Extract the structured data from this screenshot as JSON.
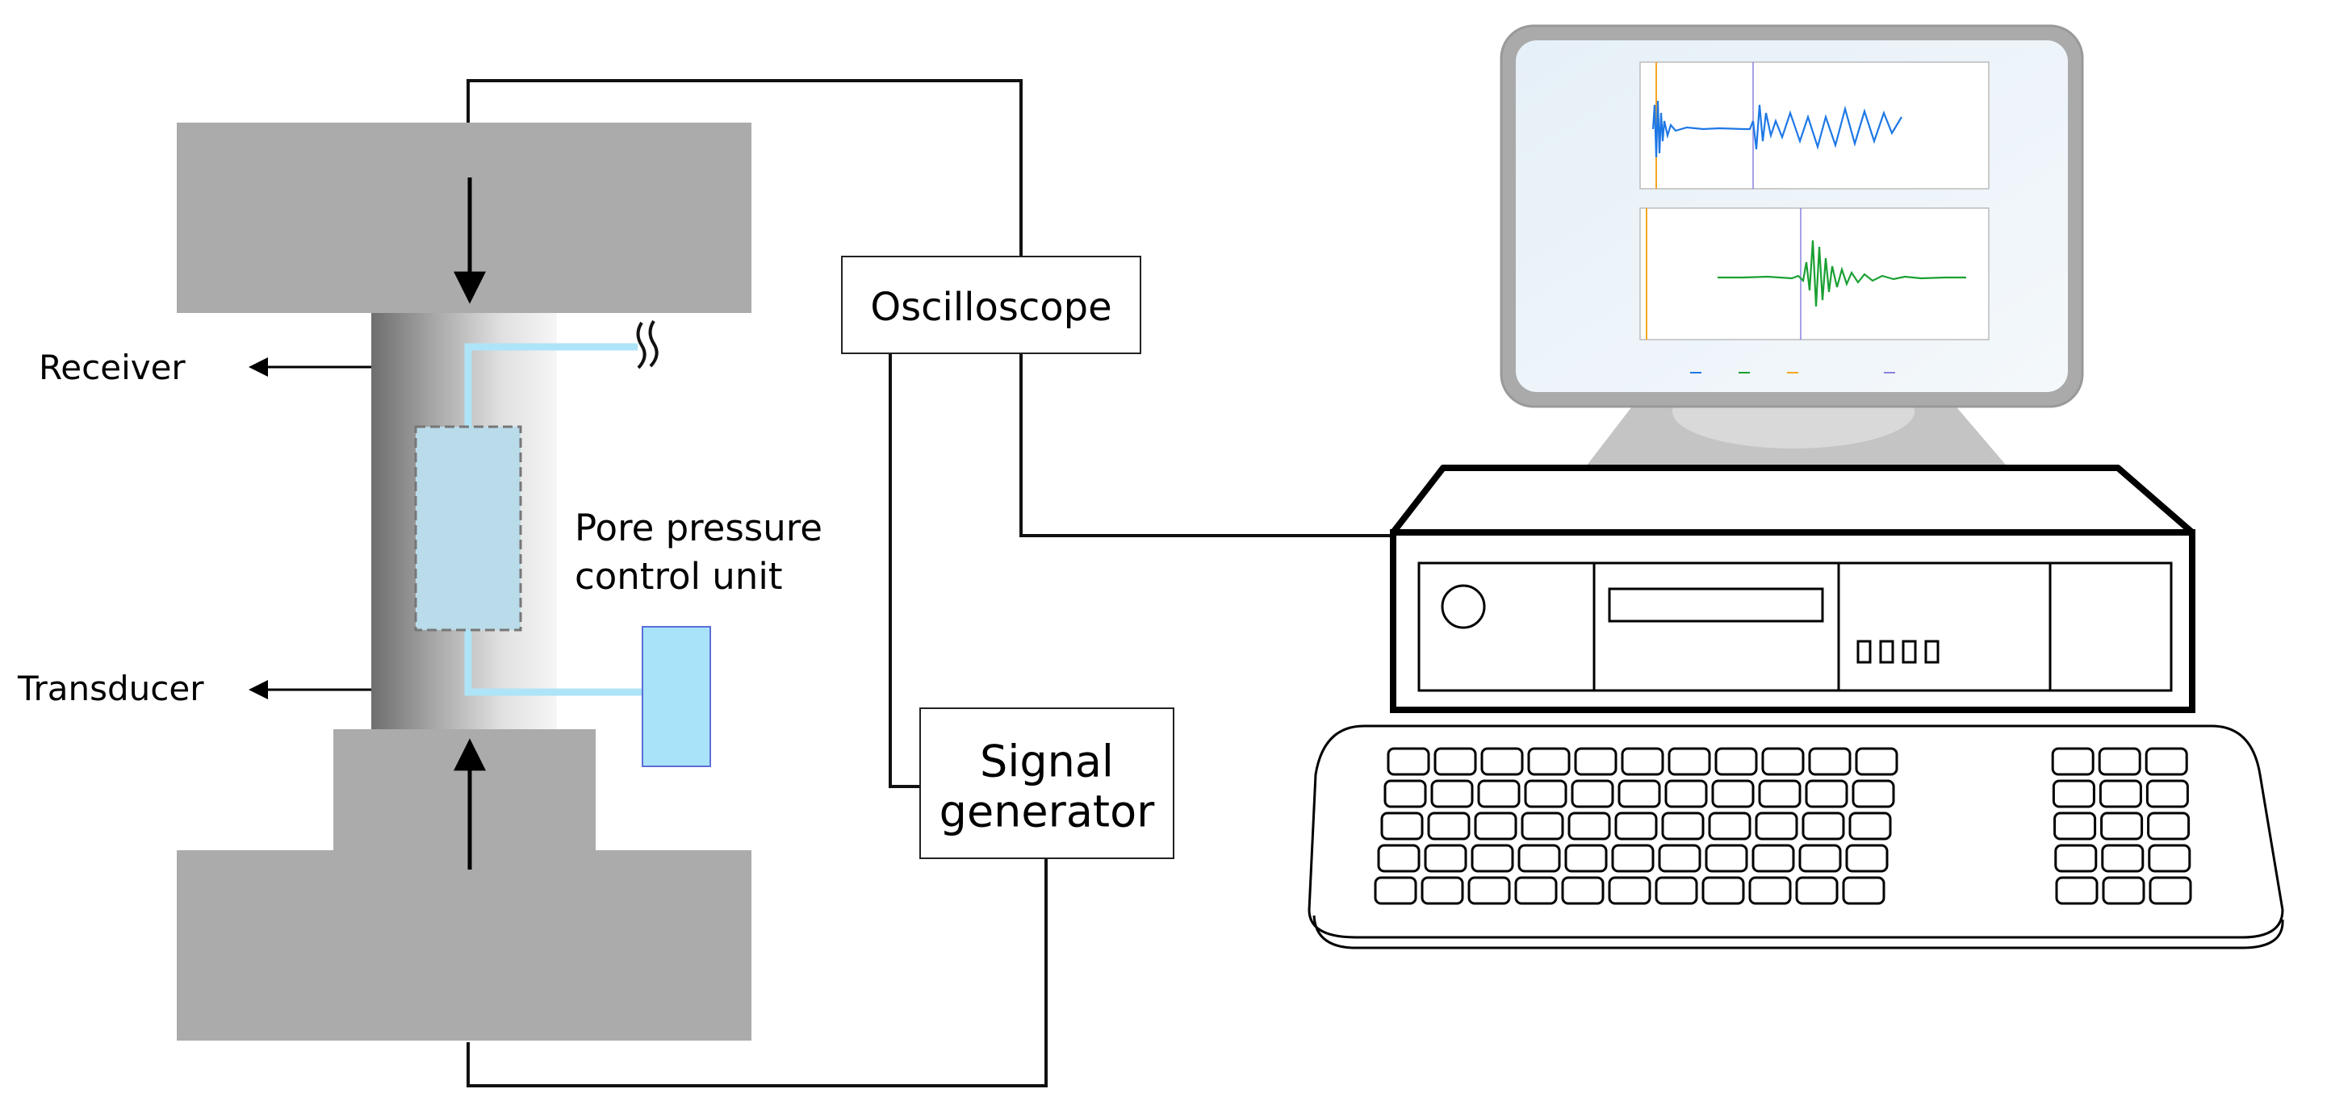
{
  "labels": {
    "receiver": "Receiver",
    "transducer": "Transducer",
    "pore_pressure_line1": "Pore pressure",
    "pore_pressure_line2": "control unit",
    "oscilloscope": "Oscilloscope",
    "signal_generator_line1": "Signal",
    "signal_generator_line2": "generator"
  },
  "colors": {
    "press_gray": "#ababab",
    "tube_blue": "#aee4f7",
    "unit_blue": "#a9e3fa",
    "unit_border": "#5b6fd8",
    "wave_blue": "#1e78e6",
    "wave_green": "#1aa033",
    "marker_orange": "#f5a623",
    "marker_purple": "#8a80e0"
  },
  "icons": {
    "load_arrows": "down-arrow-and-up-arrow",
    "pipe_break": "break-mark-icon",
    "computer": "desktop-computer-icon",
    "keyboard": "keyboard-icon"
  }
}
